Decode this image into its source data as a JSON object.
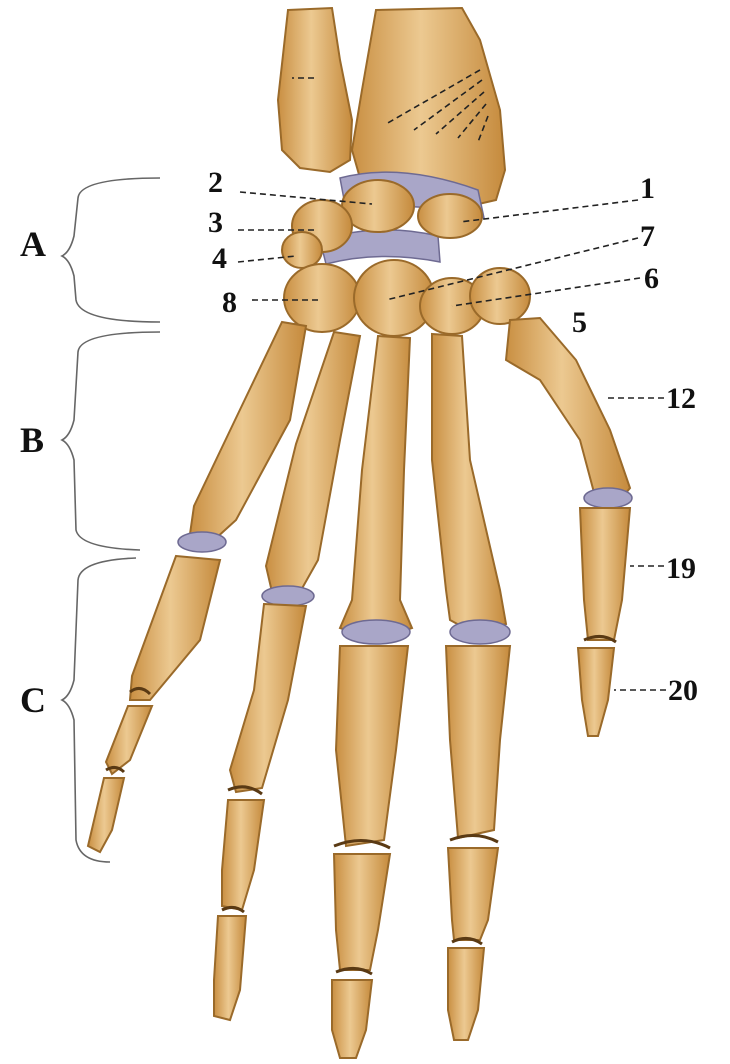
{
  "figure": {
    "kind": "anatomical illustration of hand bones (dorsal view)"
  },
  "group_labels": [
    {
      "id": "A",
      "text": "A"
    },
    {
      "id": "B",
      "text": "B"
    },
    {
      "id": "C",
      "text": "C"
    }
  ],
  "number_labels": [
    {
      "id": "n2",
      "text": "2"
    },
    {
      "id": "n3",
      "text": "3"
    },
    {
      "id": "n4",
      "text": "4"
    },
    {
      "id": "n8",
      "text": "8"
    },
    {
      "id": "n1",
      "text": "1"
    },
    {
      "id": "n7",
      "text": "7"
    },
    {
      "id": "n6",
      "text": "6"
    },
    {
      "id": "n5",
      "text": "5"
    },
    {
      "id": "n12",
      "text": "12"
    },
    {
      "id": "n19",
      "text": "19"
    },
    {
      "id": "n20",
      "text": "20"
    }
  ],
  "colors": {
    "bone_light": "#e8c48a",
    "bone_mid": "#d6a65c",
    "bone_dark": "#b67a30",
    "cartilage": "#a9a6c8",
    "label": "#111111"
  }
}
